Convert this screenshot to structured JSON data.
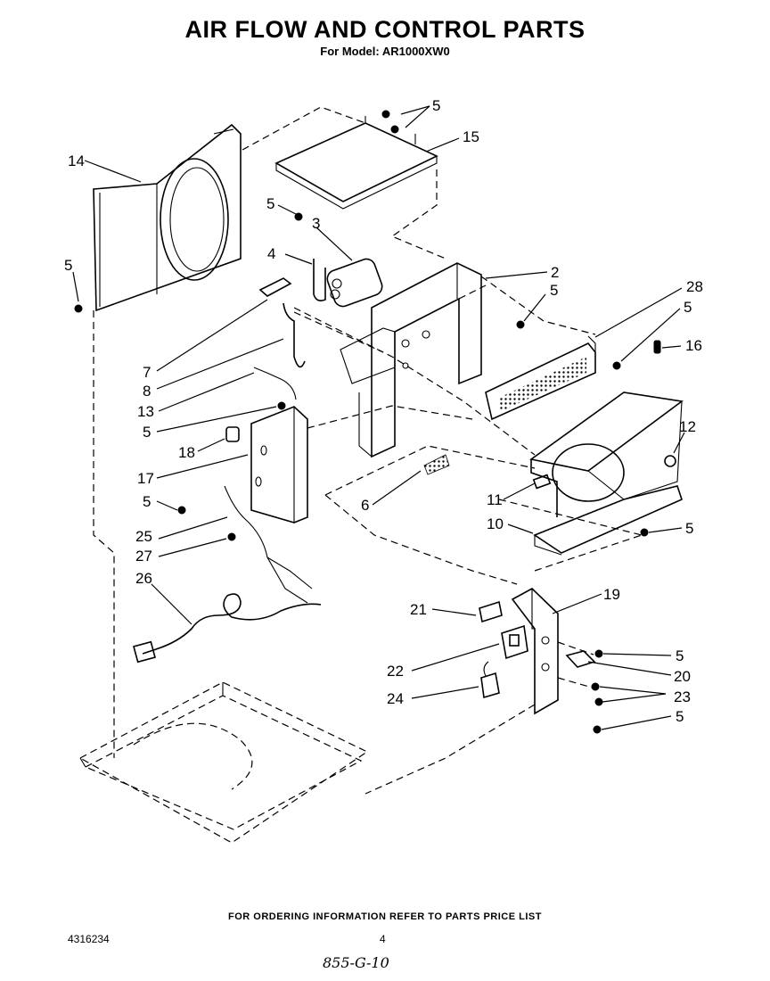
{
  "title": "AIR FLOW AND CONTROL PARTS",
  "subtitle": "For Model: AR1000XW0",
  "footer_note": "FOR ORDERING INFORMATION REFER TO PARTS PRICE LIST",
  "doc_number": "4316234",
  "page_number": "4",
  "handwritten_note": "855-G-10",
  "callouts": {
    "c5a": "5",
    "c15": "15",
    "c14": "14",
    "c5b": "5",
    "c5c": "5",
    "c3": "3",
    "c4": "4",
    "c2": "2",
    "c5d": "5",
    "c28": "28",
    "c5e": "5",
    "c16": "16",
    "c7": "7",
    "c8": "8",
    "c13": "13",
    "c5f": "5",
    "c18": "18",
    "c17": "17",
    "c5g": "5",
    "c12": "12",
    "c6": "6",
    "c11": "11",
    "c10": "10",
    "c5h": "5",
    "c25": "25",
    "c27": "27",
    "c26": "26",
    "c21": "21",
    "c19": "19",
    "c5i": "5",
    "c22": "22",
    "c20": "20",
    "c23": "23",
    "c24": "24",
    "c5j": "5"
  }
}
